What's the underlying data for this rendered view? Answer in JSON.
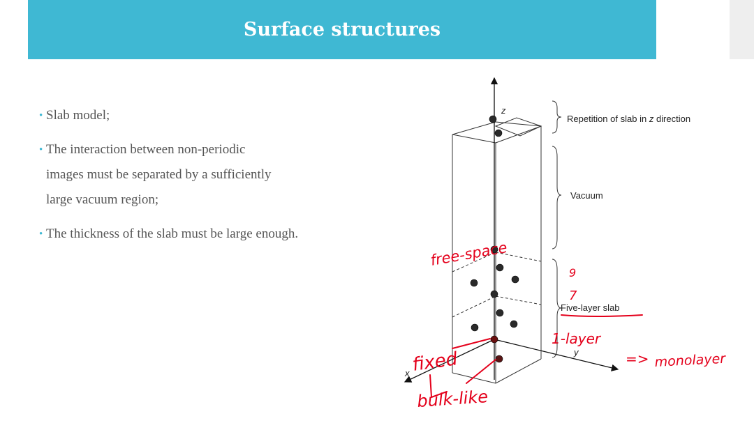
{
  "slide": {
    "title": "Surface structures",
    "bullets": [
      "Slab model;",
      "The interaction between non-periodic images must be separated by a sufficiently large vacuum region;",
      "The thickness of the slab must be large enough."
    ]
  },
  "diagram": {
    "axis_z": "z",
    "axis_x": "x",
    "axis_y": "y",
    "label_repetition": "Repetition of slab in",
    "label_repetition_z": "z",
    "label_repetition_suffix": "direction",
    "label_vacuum": "Vacuum",
    "label_slab": "Five-layer slab"
  },
  "handwriting": {
    "free_space": "free-space",
    "nine": "9",
    "seven": "7",
    "fixed": "fixed",
    "bulk_like": "bulk-like",
    "one_layer": "1-layer",
    "arrow": "=>",
    "monolayer": "monolayer"
  },
  "colors": {
    "header": "#3fb8d3",
    "ink": "#e4001b",
    "text": "#555555"
  }
}
